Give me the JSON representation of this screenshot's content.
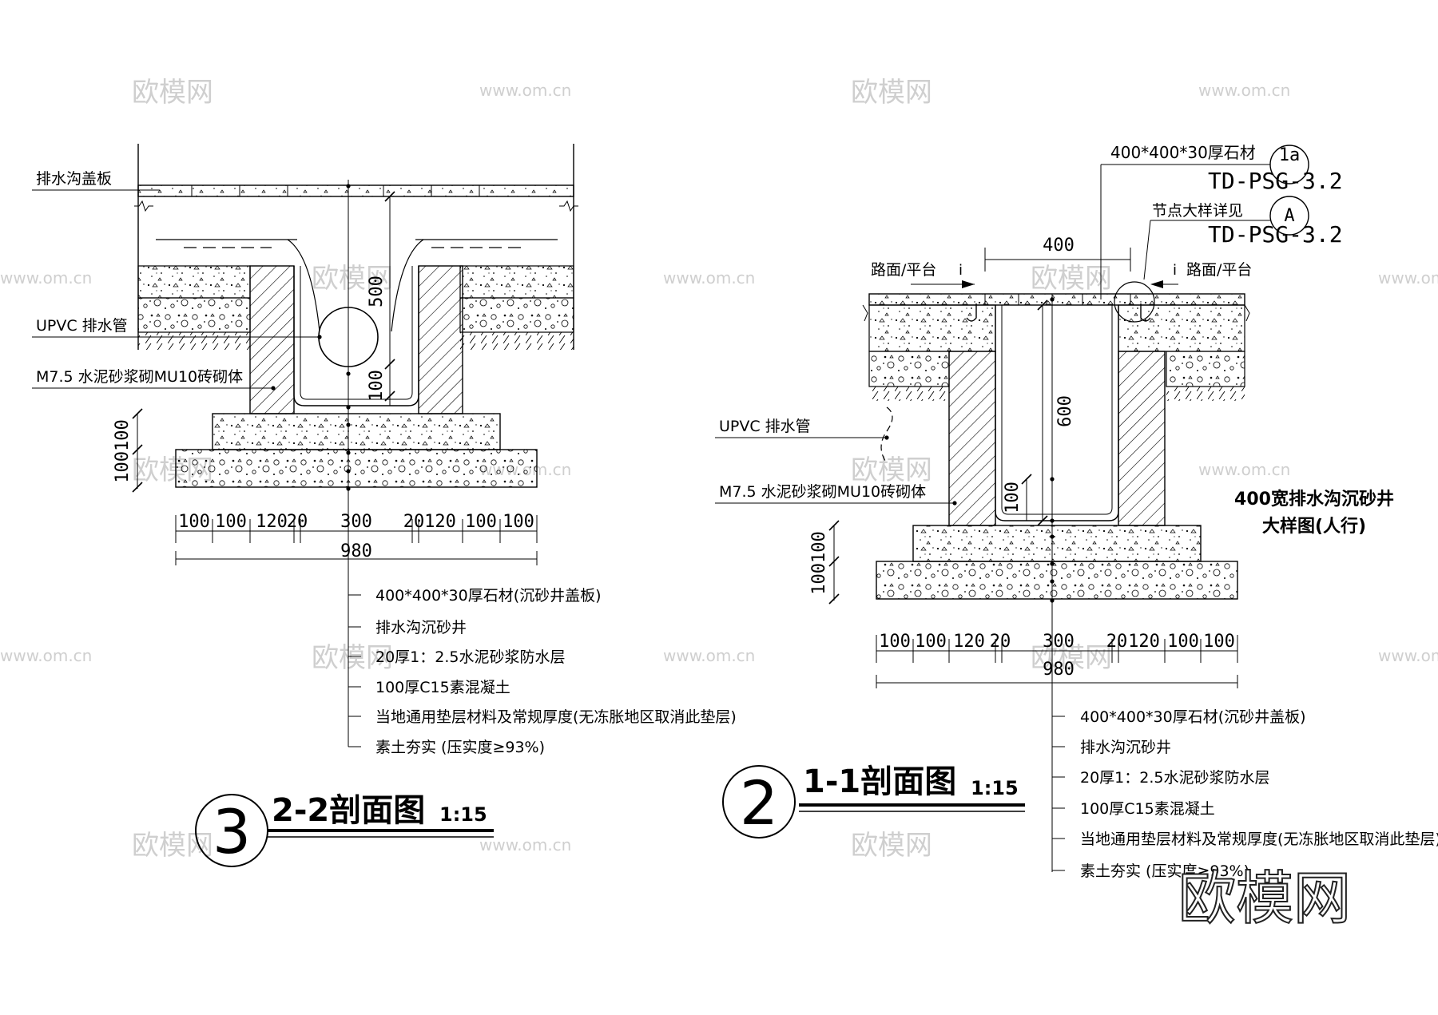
{
  "watermarks": {
    "brand": "欧模网",
    "url": "www.om.cn",
    "big": "欧模网"
  },
  "left": {
    "callouts": {
      "cover": "排水沟盖板",
      "pipe": "UPVC 排水管",
      "masonry": "M7.5 水泥砂浆砌MU10砖砌体"
    },
    "dims": {
      "depth": "500",
      "bottom": "100",
      "base_left": "100100",
      "bottom_row": [
        "100",
        "100",
        "120",
        "20",
        "300",
        "20",
        "120",
        "100",
        "100"
      ],
      "total": "980"
    },
    "layers": [
      "400*400*30厚石材(沉砂井盖板)",
      "排水沟沉砂井",
      "20厚1：2.5水泥砂浆防水层",
      "100厚C15素混凝土",
      "当地通用垫层材料及常规厚度(无冻胀地区取消此垫层)",
      "素土夯实 (压实度≥93%)"
    ],
    "title": {
      "number": "3",
      "name": "2-2剖面图",
      "scale": "1:15"
    }
  },
  "right": {
    "refs": [
      {
        "label": "400*400*30厚石材",
        "id": "1a",
        "sheet": "TD-PSG-3.2"
      },
      {
        "label": "节点大样详见",
        "id": "A",
        "sheet": "TD-PSG-3.2"
      }
    ],
    "top_dim": "400",
    "pavement_left": "路面/平台",
    "pavement_right": "路面/平台",
    "slope": "i",
    "callouts": {
      "pipe": "UPVC 排水管",
      "masonry": "M7.5 水泥砂浆砌MU10砖砌体"
    },
    "dims": {
      "depth": "600",
      "bottom": "100",
      "base_left": "100100",
      "bottom_row": [
        "100",
        "100",
        "120",
        "20",
        "300",
        "20",
        "120",
        "100",
        "100"
      ],
      "total": "980"
    },
    "note": [
      "400宽排水沟沉砂井",
      "大样图(人行)"
    ],
    "layers": [
      "400*400*30厚石材(沉砂井盖板)",
      "排水沟沉砂井",
      "20厚1：2.5水泥砂浆防水层",
      "100厚C15素混凝土",
      "当地通用垫层材料及常规厚度(无冻胀地区取消此垫层)",
      "素土夯实 (压实度≥93%)"
    ],
    "title": {
      "number": "2",
      "name": "1-1剖面图",
      "scale": "1:15"
    }
  }
}
